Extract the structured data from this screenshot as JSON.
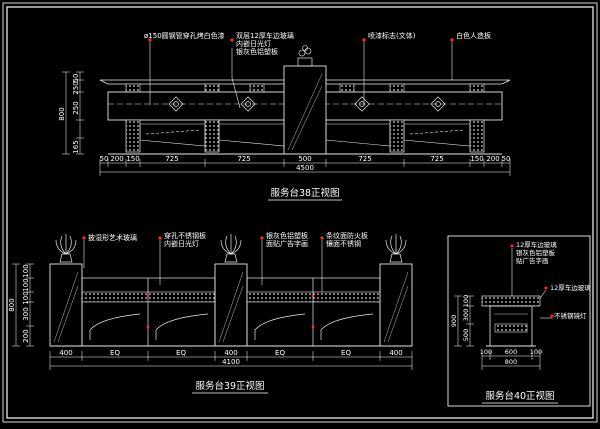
{
  "colors": {
    "background": "#000000",
    "frame": "#d8d8d8",
    "line": "#e8e8e8",
    "dim": "#ffffff",
    "accent_red": "#ff2d2d",
    "glass": "#bdbdbd"
  },
  "view1": {
    "title": "服务台38正视图",
    "annotations": {
      "a1": "ø150圆钢管穿孔烤白色漆",
      "a2": "双层12厚车边玻璃",
      "a3": "内嵌日光灯",
      "a4": "银灰色铝塑板",
      "a5": "喷漆标志(文体)",
      "a6": "白色人造板"
    },
    "dims_h": [
      "50",
      "200",
      "150",
      "725",
      "725",
      "500",
      "725",
      "725",
      "150",
      "200",
      "50"
    ],
    "dim_total": "4500",
    "dims_v": [
      "50",
      "250",
      "250",
      "800",
      "165"
    ]
  },
  "view2": {
    "title": "服务台39正视图",
    "annotations": {
      "b1": "披湿形艺术玻璃",
      "b2": "穿孔不锈钢板",
      "b3": "内嵌日光灯",
      "b4": "银灰色铝塑板",
      "b5": "面贴广告字画",
      "b6": "条纹面防火板",
      "b7": "镶面不锈钢"
    },
    "dims_h": [
      "400",
      "EQ",
      "EQ",
      "400",
      "EQ",
      "EQ",
      "400"
    ],
    "dim_total": "4100",
    "dims_v": [
      "100",
      "100",
      "300",
      "200",
      "100",
      "800"
    ]
  },
  "view3": {
    "title": "服务台40正视图",
    "annotations": {
      "c1": "12厚车边玻璃",
      "c2": "银灰色铝塑板",
      "c3": "贴广告字画",
      "c4": "12厚车边玻璃",
      "c5": "不锈钢镜灯"
    },
    "dims_h": [
      "100",
      "600",
      "100"
    ],
    "dim_total": "800",
    "dims_v": [
      "100",
      "300",
      "500",
      "900"
    ]
  }
}
